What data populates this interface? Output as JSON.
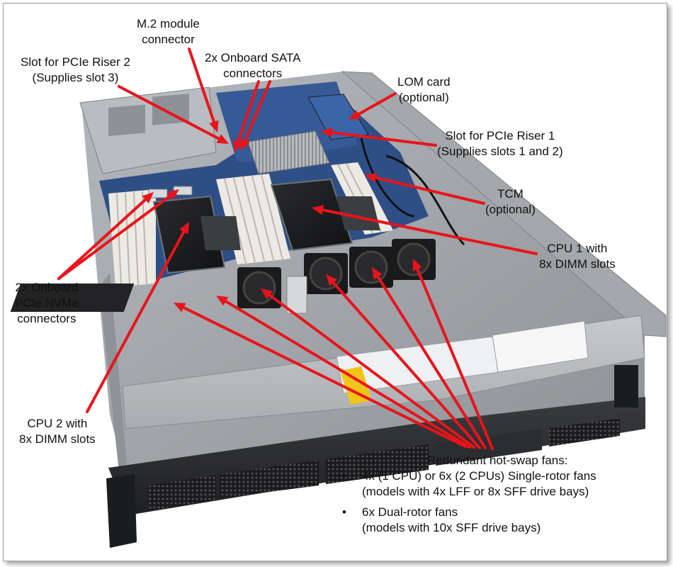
{
  "colors": {
    "arrow": "#e8141b",
    "chassis": "#9c9fa3",
    "board": "#2d4f86",
    "frame": "#9a9a9a"
  },
  "labels": {
    "m2": [
      "M.2 module",
      "connector"
    ],
    "riser2": [
      "Slot for PCIe Riser 2",
      "(Supplies slot 3)"
    ],
    "sata": [
      "2x Onboard SATA",
      "connectors"
    ],
    "lom": [
      "LOM card",
      "(optional)"
    ],
    "riser1": [
      "Slot for PCIe Riser 1",
      "(Supplies slots 1 and 2)"
    ],
    "tcm": [
      "TCM",
      "(optional)"
    ],
    "cpu1": [
      "CPU 1 with",
      "8x DIMM slots"
    ],
    "nvme": [
      "2x Onboard",
      "PCIe NVMe",
      "connectors"
    ],
    "cpu2": [
      "CPU 2 with",
      "8x DIMM slots"
    ]
  },
  "fans": {
    "title": "Redundant hot-swap fans:",
    "bullet": "•",
    "items": [
      [
        "4x (1 CPU) or 6x (2 CPUs) Single-rotor fans",
        "(models with 4x LFF or 8x SFF drive bays)"
      ],
      [
        "6x Dual-rotor fans",
        "(models with 10x SFF drive bays)"
      ]
    ]
  },
  "icons": [
    "red-arrow-icon",
    "server-chassis-photo"
  ]
}
